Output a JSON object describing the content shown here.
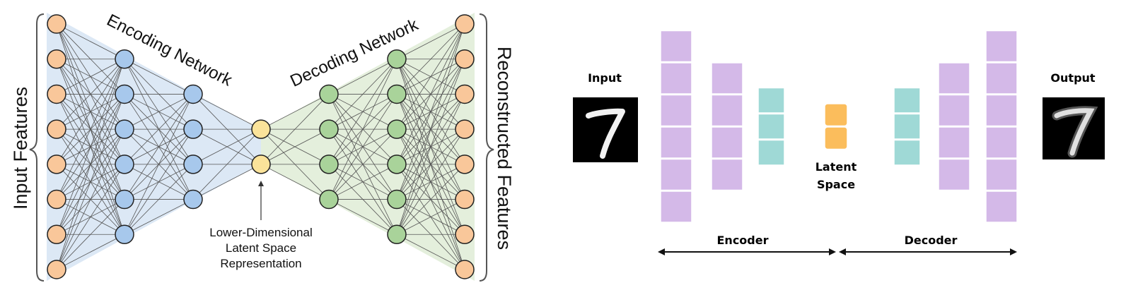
{
  "left": {
    "input_label": "Input Features",
    "output_label": "Reconstructed Features",
    "encoding_label": "Encoding Network",
    "decoding_label": "Decoding Network",
    "latent_label_lines": [
      "Lower-Dimensional",
      "Latent Space",
      "Representation"
    ],
    "layers": [
      8,
      6,
      4,
      2,
      4,
      6,
      8
    ],
    "colors": {
      "input": "#f9c79a",
      "encoder": "#a7c8ec",
      "latent": "#fbe39a",
      "decoder": "#a9d39a",
      "output": "#f9c79a",
      "encoder_shade": "#dce8f5",
      "decoder_shade": "#e4efdc"
    }
  },
  "right": {
    "input_label": "Input",
    "output_label": "Output",
    "latent_label_lines": [
      "Latent",
      "Space"
    ],
    "encoder_label": "Encoder",
    "decoder_label": "Decoder",
    "digit": "7",
    "blocks": [
      6,
      4,
      3,
      2,
      3,
      4,
      6
    ],
    "colors": {
      "purple": "#d4b9e8",
      "teal": "#9fd9d6",
      "orange": "#fbbd5c"
    }
  }
}
